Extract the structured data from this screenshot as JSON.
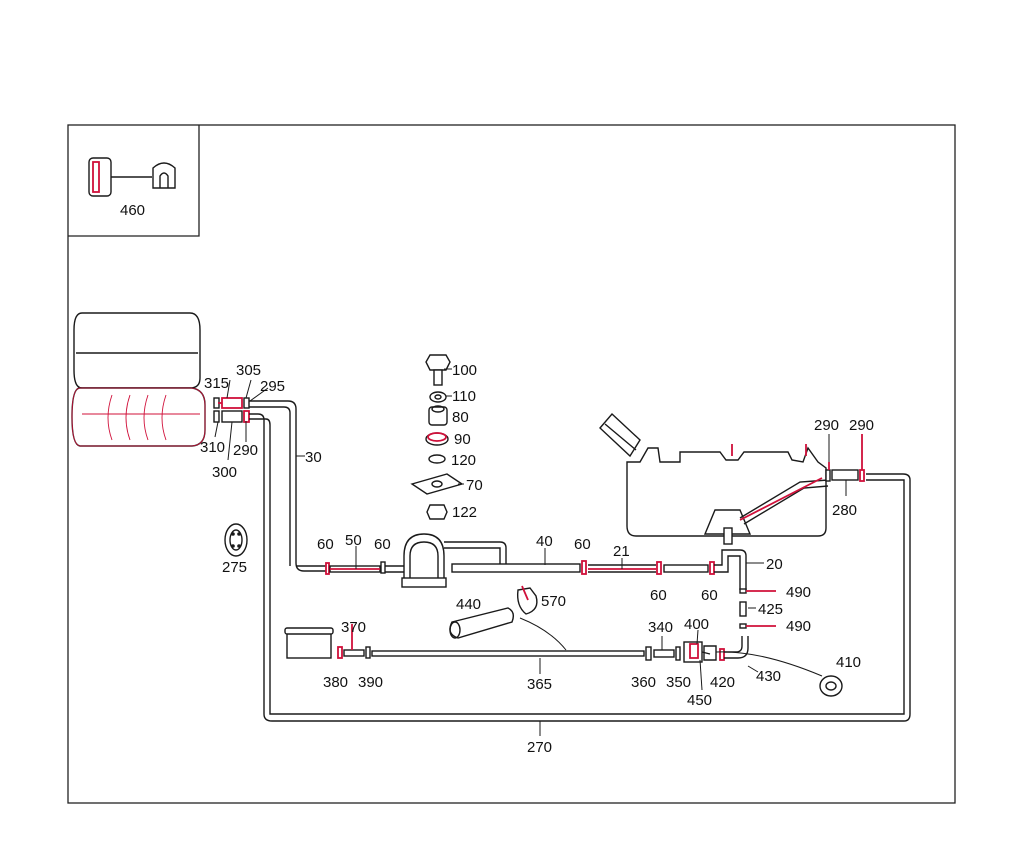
{
  "diagram": {
    "accent_color": "#d0103a",
    "line_color": "#1a1a1a",
    "callouts": {
      "c460": "460",
      "c305": "305",
      "c315": "315",
      "c295": "295",
      "c310": "310",
      "c290a": "290",
      "c300": "300",
      "c30": "30",
      "c275": "275",
      "c100": "100",
      "c110": "110",
      "c80": "80",
      "c90": "90",
      "c120": "120",
      "c70": "70",
      "c122": "122",
      "c290b": "290",
      "c290c": "290",
      "c280": "280",
      "c60a": "60",
      "c50": "50",
      "c60b": "60",
      "c40": "40",
      "c60c": "60",
      "c21": "21",
      "c60d": "60",
      "c60e": "60",
      "c20": "20",
      "c490a": "490",
      "c425": "425",
      "c490b": "490",
      "c440": "440",
      "c570": "570",
      "c370": "370",
      "c340": "340",
      "c400": "400",
      "c410": "410",
      "c380": "380",
      "c390": "390",
      "c365": "365",
      "c360": "360",
      "c350": "350",
      "c420": "420",
      "c430": "430",
      "c450": "450",
      "c270": "270"
    }
  }
}
